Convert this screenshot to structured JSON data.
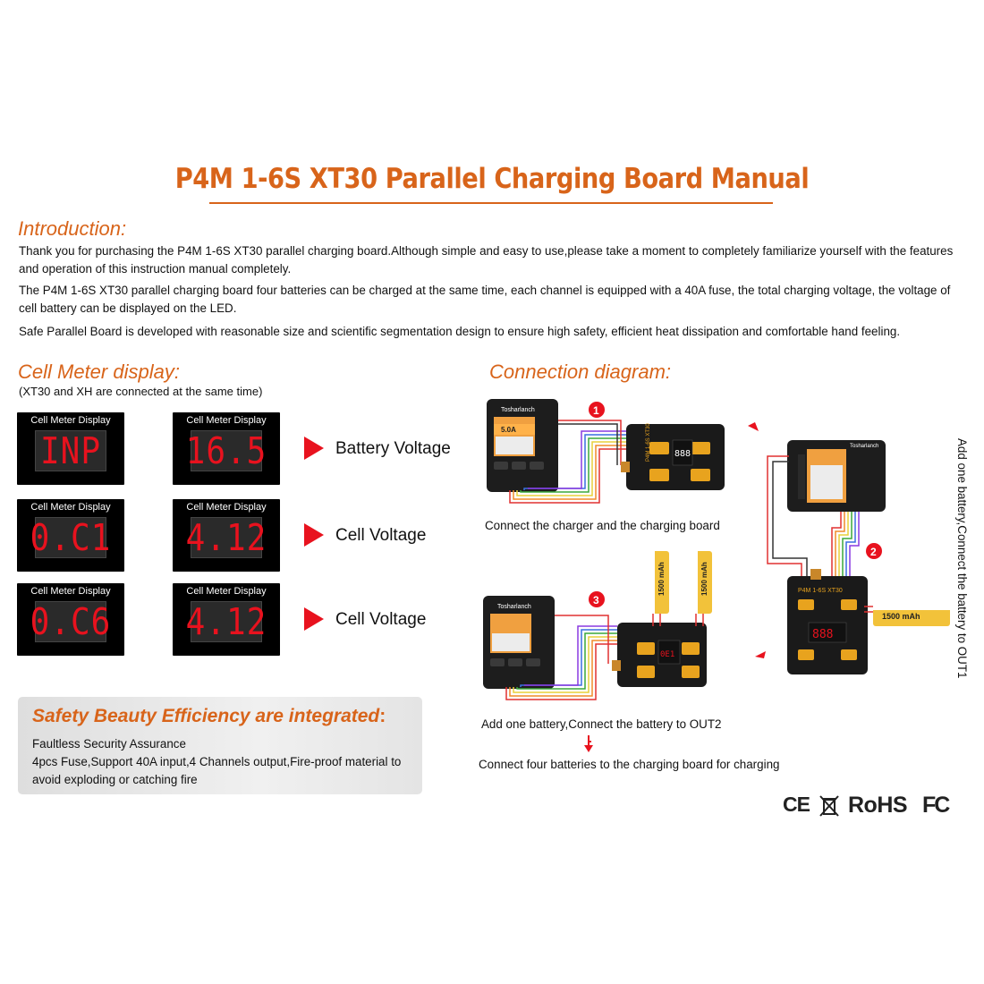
{
  "title": "P4M  1-6S XT30 Parallel Charging Board Manual",
  "intro": {
    "heading": "Introduction:",
    "paragraphs": [
      "Thank you for purchasing the P4M 1-6S XT30 parallel charging board.Although simple and easy to use,please take a moment to completely familiarize yourself with the features and operation of this instruction manual completely.",
      "The P4M 1-6S XT30 parallel charging board four batteries can be charged at the same time, each channel is equipped with a 40A fuse, the total charging voltage, the voltage of cell battery can be displayed on the LED.",
      "Safe Parallel Board is developed with reasonable size and scientific segmentation design to ensure high safety, efficient heat dissipation and comfortable hand feeling."
    ]
  },
  "cell_meter": {
    "heading": "Cell Meter display:",
    "note": "(XT30 and XH are connected at the same time)",
    "rows": [
      {
        "left": {
          "label": "Cell Meter Display",
          "reading": "INP"
        },
        "right": {
          "label": "Cell Meter Display",
          "reading": "16.5"
        },
        "caption": "Battery Voltage"
      },
      {
        "left": {
          "label": "Cell Meter Display",
          "reading": "0.C1"
        },
        "right": {
          "label": "Cell Meter Display",
          "reading": "4.12"
        },
        "caption": "Cell Voltage"
      },
      {
        "left": {
          "label": "Cell Meter Display",
          "reading": "0.C6"
        },
        "right": {
          "label": "Cell Meter Display",
          "reading": "4.12"
        },
        "caption": "Cell Voltage"
      }
    ],
    "display_color": "#e8121e"
  },
  "safety": {
    "heading": "Safety Beauty Efficiency are integrated",
    "heading_colon": ":",
    "lines": [
      "Faultless Security Assurance",
      "4pcs Fuse,Support 40A input,4 Channels output,Fire-proof material to avoid exploding or catching fire"
    ]
  },
  "connection": {
    "heading": "Connection diagram:",
    "step_numbers": [
      "1",
      "2",
      "3"
    ],
    "captions": {
      "step1": "Connect the charger and the charging board",
      "step2": "Add one battery,Connect the battery to OUT1",
      "step3": "Add one battery,Connect the battery to OUT2",
      "final": "Connect four batteries to the charging board for charging"
    },
    "device_labels": {
      "brand": "Tosharlanch",
      "board": "P4M 1-6S XT30",
      "battery": "1500 mAh",
      "charger_reading": "5.0A",
      "board_reading": "888",
      "board_reading_2": "0E1"
    }
  },
  "certifications": {
    "ce": "CE",
    "rohs": "RoHS",
    "fc": "FC"
  },
  "colors": {
    "accent": "#d8641a",
    "arrow": "#e8121e"
  }
}
